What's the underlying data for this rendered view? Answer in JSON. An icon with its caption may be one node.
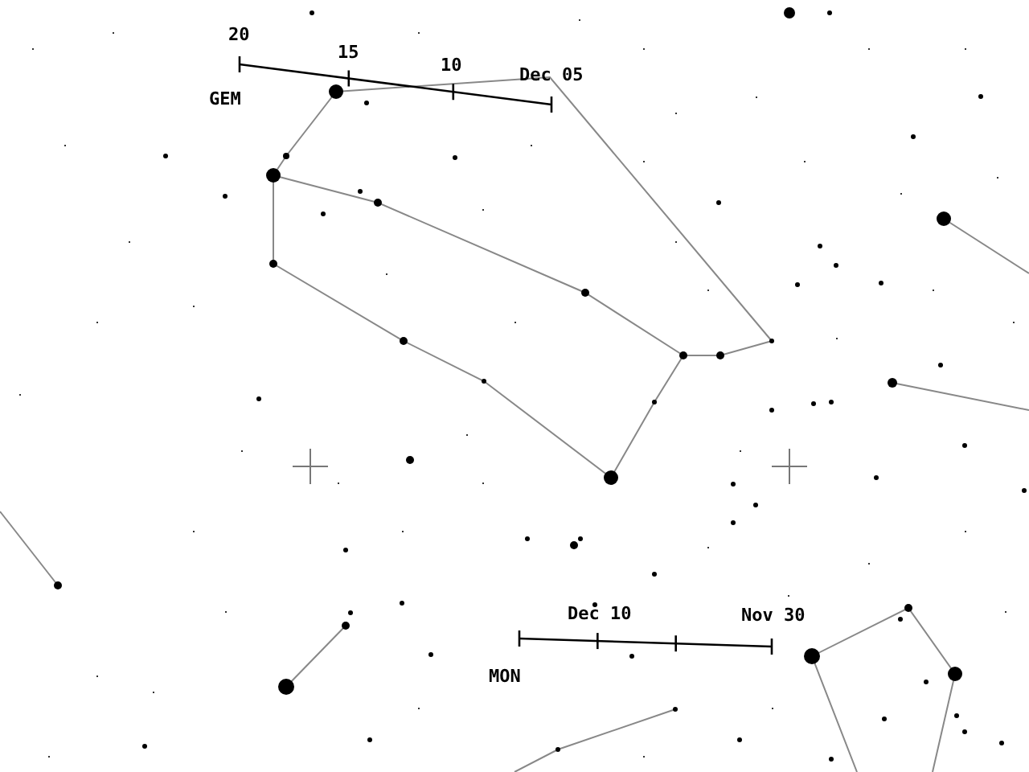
{
  "diagram": {
    "labels": [
      "20",
      "15",
      "10",
      "Dec 05",
      "GEM",
      "Dec 10",
      "Nov 30",
      "MON"
    ]
  }
}
